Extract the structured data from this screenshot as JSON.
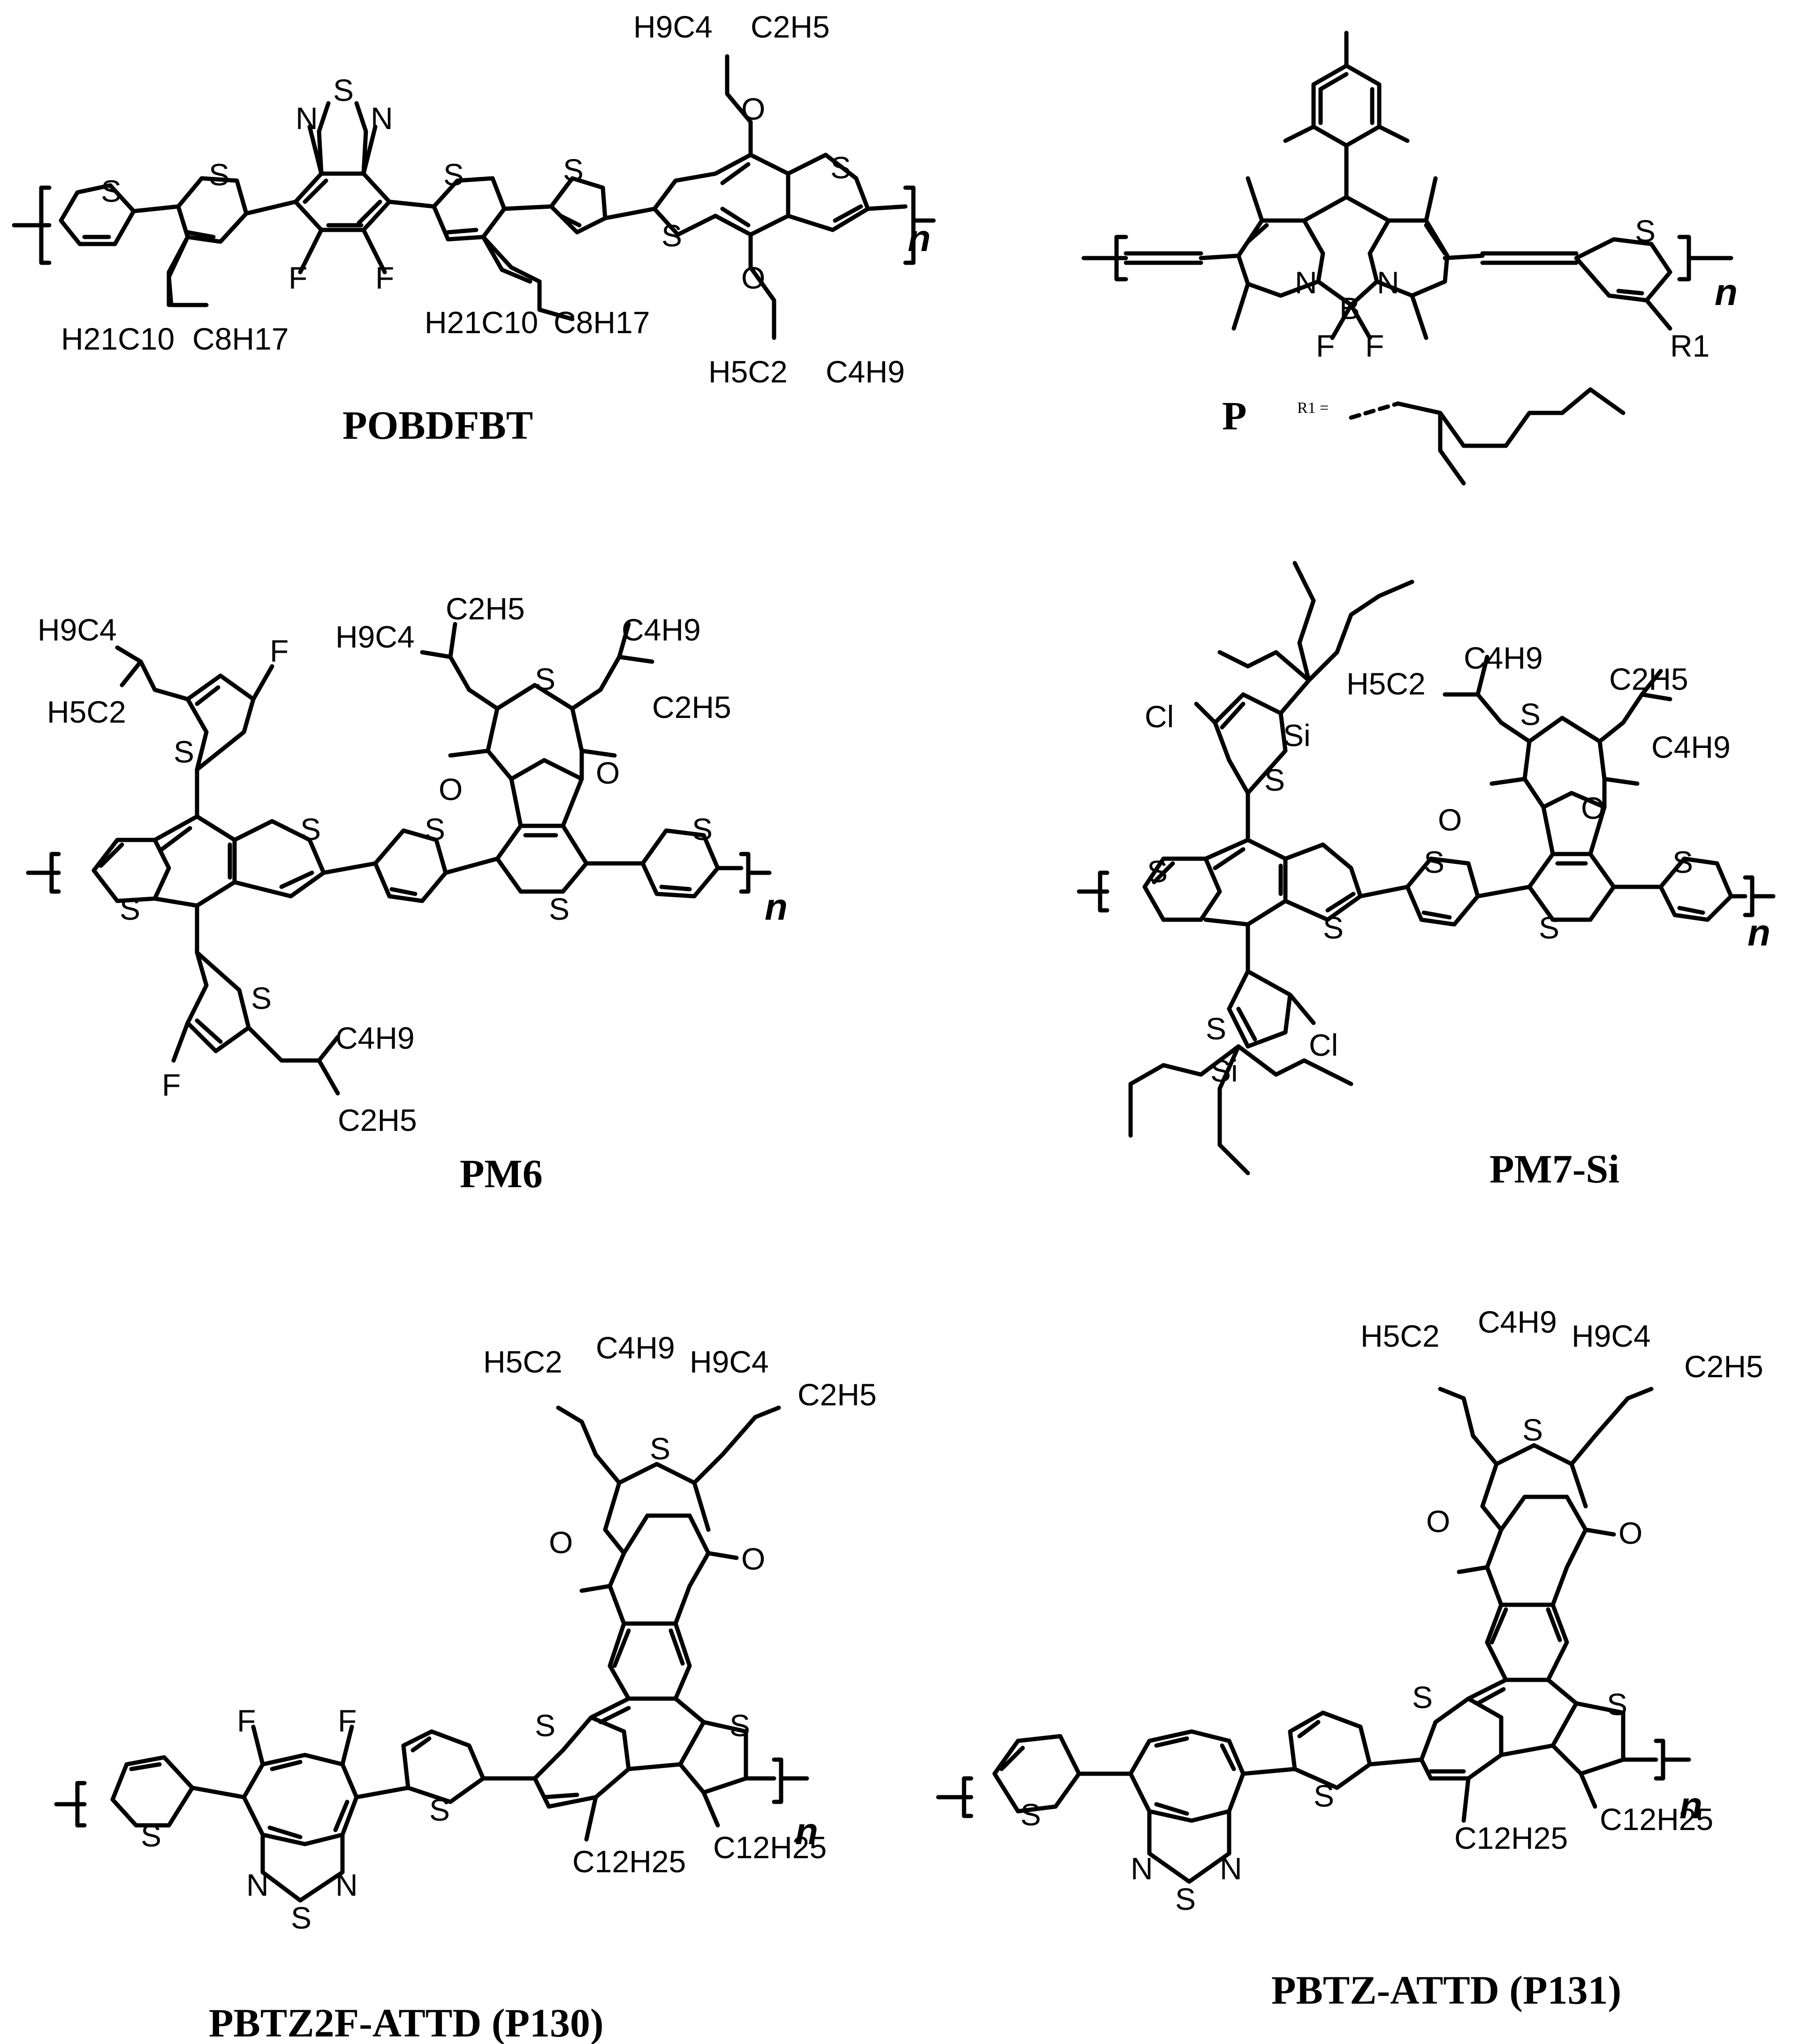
{
  "figure": {
    "background": "#ffffff",
    "ink": "#000000"
  },
  "structures": [
    {
      "id": "pobdfbt",
      "name": "POBDFBT",
      "atoms": [
        "S",
        "S",
        "N",
        "S",
        "N",
        "F",
        "F",
        "S",
        "S",
        "S",
        "S",
        "O",
        "O"
      ],
      "groups": [
        "H21C10",
        "C8H17",
        "H21C10",
        "C8H17",
        "H9C4",
        "C2H5",
        "H5C2",
        "C4H9"
      ],
      "repeat": "n"
    },
    {
      "id": "p-bodipy",
      "name": "P",
      "atoms": [
        "N",
        "B",
        "N",
        "F",
        "F",
        "S"
      ],
      "groups": [
        "R1"
      ],
      "substituent_label": "R1 =",
      "repeat": "n"
    },
    {
      "id": "pm6",
      "name": "PM6",
      "atoms": [
        "F",
        "S",
        "S",
        "S",
        "S",
        "S",
        "S",
        "S",
        "F",
        "O",
        "O",
        "S"
      ],
      "groups": [
        "H9C4",
        "H5C2",
        "H9C4",
        "C2H5",
        "C4H9",
        "C2H5",
        "C4H9",
        "C2H5"
      ],
      "repeat": "n"
    },
    {
      "id": "pm7-si",
      "name": "PM7-Si",
      "atoms": [
        "Si",
        "Cl",
        "S",
        "S",
        "S",
        "S",
        "S",
        "S",
        "S",
        "Si",
        "Cl",
        "S",
        "O",
        "O"
      ],
      "groups": [
        "H5C2",
        "C4H9",
        "C2H5",
        "C4H9"
      ],
      "repeat": "n"
    },
    {
      "id": "pbtz2f-attd",
      "name": "PBTZ2F-ATTD (P130)",
      "atoms": [
        "F",
        "F",
        "S",
        "N",
        "S",
        "N",
        "S",
        "S",
        "S",
        "S",
        "O",
        "O"
      ],
      "groups": [
        "H5C2",
        "C4H9",
        "H9C4",
        "C2H5",
        "C12H25",
        "C12H25"
      ],
      "repeat": "n"
    },
    {
      "id": "pbtz-attd",
      "name": "PBTZ-ATTD (P131)",
      "atoms": [
        "S",
        "N",
        "S",
        "N",
        "S",
        "S",
        "S",
        "S",
        "O",
        "O"
      ],
      "groups": [
        "H5C2",
        "C4H9",
        "H9C4",
        "C2H5",
        "C12H25",
        "C12H25"
      ],
      "repeat": "n"
    }
  ]
}
